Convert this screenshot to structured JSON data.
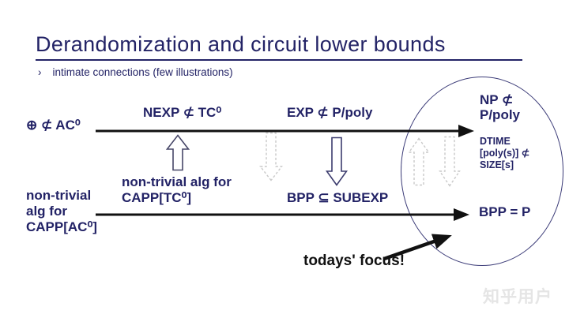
{
  "header": {
    "title": "Derandomization and circuit lower bounds",
    "bullet": "›",
    "subtitle": "intimate connections (few illustrations)"
  },
  "colors": {
    "navy_text": "#232366",
    "arrow_black": "#111111",
    "dashed_gray": "#c9c9c9",
    "ellipse_stroke": "#3c3c78",
    "watermark_gray": "#e5e5e5"
  },
  "diagram": {
    "top_track": {
      "origin": "⊕ ⊄ AC⁰",
      "milestone1": "NEXP ⊄ TC⁰",
      "milestone2": "EXP ⊄ P/poly",
      "goal": {
        "line1": "NP ⊄",
        "line2": "P/poly"
      },
      "goal_sub": {
        "line1": "DTIME",
        "line2": "[poly(s)] ⊄",
        "line3": "SIZE[s]"
      }
    },
    "bottom_track": {
      "origin": {
        "line1": "non-trivial",
        "line2": "alg for",
        "line3": "CAPP[AC⁰]"
      },
      "milestone1": {
        "line1": "non-trivial alg for",
        "line2": "CAPP[TC⁰]"
      },
      "milestone2": "BPP ⊆ SUBEXP",
      "goal": "BPP = P"
    },
    "annotation": "todays' focus!",
    "icons": {
      "solid_up_block_arrow": "white block arrow pointing up",
      "solid_down_block_arrow": "white block arrow pointing down",
      "dashed_up_block_arrow": "dashed gray block arrow pointing up",
      "dashed_down_block_arrow": "dashed gray block arrow pointing down",
      "timeline_arrow": "long black arrow pointing right",
      "focus_arrow": "thick black arrow pointing to ellipse"
    }
  },
  "watermark": "知乎用户"
}
